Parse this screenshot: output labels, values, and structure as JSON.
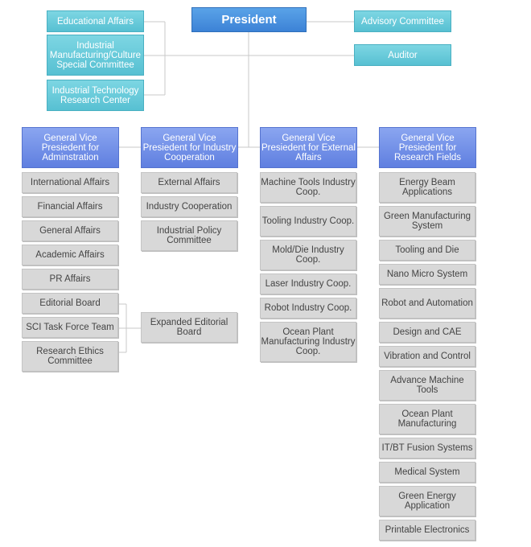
{
  "president": "President",
  "left_committees": [
    "Educational Affairs",
    "Industrial Manufacturing/Culture Special Committee",
    "Industrial Technology Research Center"
  ],
  "right_committees": [
    "Advisory Committee",
    "Auditor"
  ],
  "vps": [
    {
      "title": "General Vice Presiedent for Adminstration",
      "items": [
        "International Affairs",
        "Financial Affairs",
        "General Affairs",
        "Academic Affairs",
        "PR Affairs",
        "Editorial Board",
        "SCI Task Force Team",
        "Research Ethics Committee"
      ]
    },
    {
      "title": "General Vice Presiedent for Industry Cooperation",
      "items": [
        "External Affairs",
        "Industry Cooperation",
        "Industrial Policy Committee"
      ],
      "extra": "Expanded Editorial Board"
    },
    {
      "title": "General Vice Presiedent for External Affairs",
      "items": [
        "Machine Tools Industry Coop.",
        "Tooling Industry Coop.",
        "Mold/Die Industry Coop.",
        "Laser Industry Coop.",
        "Robot Industry Coop.",
        "Ocean Plant Manufacturing Industry Coop."
      ]
    },
    {
      "title": "General Vice Presiedent for Research Fields",
      "items": [
        "Energy Beam Applications",
        "Green Manufacturing System",
        "Tooling and Die",
        "Nano Micro System",
        "Robot and Automation",
        "Design and CAE",
        "Vibration and Control",
        "Advance Machine Tools",
        "Ocean Plant Manufacturing",
        "IT/BT Fusion Systems",
        "Medical System",
        "Green Energy Application",
        "Printable Electronics"
      ]
    }
  ]
}
